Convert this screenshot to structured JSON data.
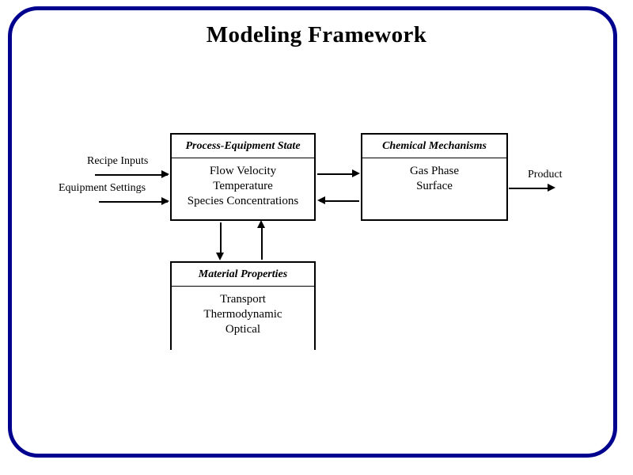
{
  "slide": {
    "title": "Modeling Framework",
    "border_color": "#00008f",
    "background_color": "#ffffff",
    "ink_color": "#000000"
  },
  "diagram": {
    "type": "block-flow-diagram",
    "nodes": [
      {
        "id": "process-equipment-state",
        "header": "Process-Equipment State",
        "body": [
          "Flow Velocity",
          "Temperature",
          "Species Concentrations"
        ]
      },
      {
        "id": "chemical-mechanisms",
        "header": "Chemical Mechanisms",
        "body": [
          "Gas Phase",
          "Surface"
        ]
      },
      {
        "id": "material-properties",
        "header": "Material Properties",
        "body": [
          "Transport",
          "Thermodynamic",
          "Optical"
        ]
      }
    ],
    "edges": [
      {
        "id": "recipe-inputs",
        "label": "Recipe Inputs",
        "direction": "right",
        "to": "process-equipment-state"
      },
      {
        "id": "equipment-settings",
        "label": "Equipment Settings",
        "direction": "right",
        "to": "process-equipment-state"
      },
      {
        "id": "state-to-chemistry",
        "label": "",
        "direction": "right",
        "from": "process-equipment-state",
        "to": "chemical-mechanisms"
      },
      {
        "id": "chemistry-to-state",
        "label": "",
        "direction": "left",
        "from": "chemical-mechanisms",
        "to": "process-equipment-state"
      },
      {
        "id": "product",
        "label": "Product",
        "direction": "right",
        "from": "chemical-mechanisms"
      },
      {
        "id": "state-to-material",
        "label": "",
        "direction": "down",
        "from": "process-equipment-state",
        "to": "material-properties"
      },
      {
        "id": "material-to-state",
        "label": "",
        "direction": "up",
        "from": "material-properties",
        "to": "process-equipment-state"
      }
    ]
  }
}
